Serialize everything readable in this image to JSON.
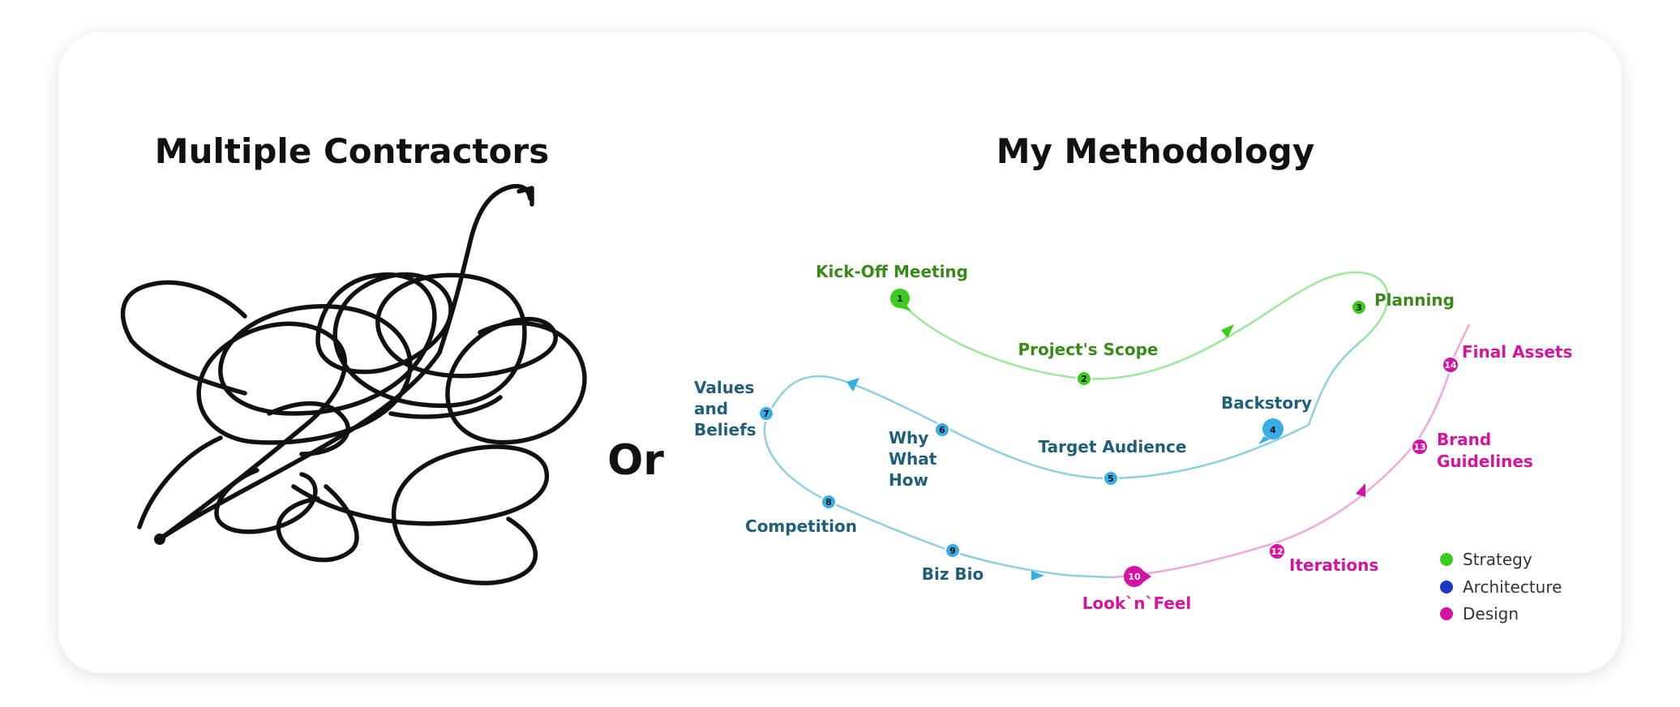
{
  "left_panel": {
    "title": "Multiple Contractors"
  },
  "separator": {
    "label": "Or"
  },
  "right_panel": {
    "title": "My Methodology",
    "colors": {
      "strategy": "#3bcc1e",
      "strategy_line": "#9be89a",
      "strategy_text": "#3a8a1a",
      "architecture": "#35aee6",
      "architecture_line": "#8ecfe2",
      "architecture_text": "#1f5f7a",
      "design": "#d413a2",
      "design_line": "#eea8dd",
      "design_text": "#d4149e",
      "legend_architecture": "#1a3bc2"
    },
    "steps": [
      {
        "num": "1",
        "label": "Kick-Off Meeting",
        "phase": "strategy"
      },
      {
        "num": "2",
        "label": "Project's Scope",
        "phase": "strategy"
      },
      {
        "num": "3",
        "label": "Planning",
        "phase": "strategy"
      },
      {
        "num": "4",
        "label": "Backstory",
        "phase": "architecture"
      },
      {
        "num": "5",
        "label": "Target Audience",
        "phase": "architecture"
      },
      {
        "num": "6",
        "label_lines": [
          "Why",
          "What",
          "How"
        ],
        "phase": "architecture"
      },
      {
        "num": "7",
        "label_lines": [
          "Values",
          "and",
          "Beliefs"
        ],
        "phase": "architecture"
      },
      {
        "num": "8",
        "label": "Competition",
        "phase": "architecture"
      },
      {
        "num": "9",
        "label": "Biz Bio",
        "phase": "architecture"
      },
      {
        "num": "10",
        "label": "Look`n`Feel",
        "phase": "design"
      },
      {
        "num": "12",
        "label": "Iterations",
        "phase": "design"
      },
      {
        "num": "13",
        "label_lines": [
          "Brand",
          "Guidelines"
        ],
        "phase": "design"
      },
      {
        "num": "14",
        "label": "Final Assets",
        "phase": "design"
      }
    ],
    "legend": [
      {
        "label": "Strategy",
        "color_key": "strategy"
      },
      {
        "label": "Architecture",
        "color_key": "legend_architecture"
      },
      {
        "label": "Design",
        "color_key": "design"
      }
    ]
  }
}
